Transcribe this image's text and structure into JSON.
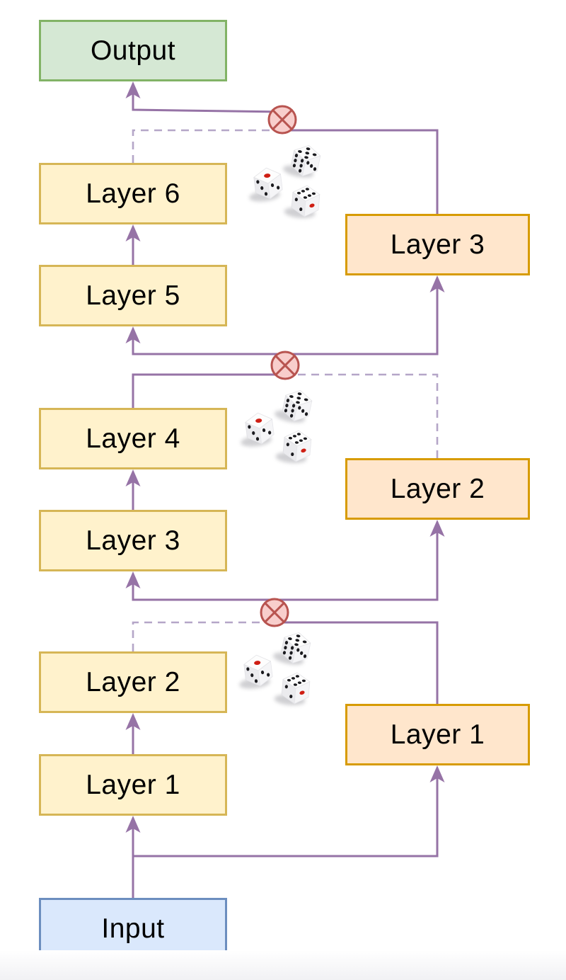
{
  "nodes": {
    "output": "Output",
    "input": "Input",
    "main_path": [
      "Layer 1",
      "Layer 2",
      "Layer 3",
      "Layer 4",
      "Layer 5",
      "Layer 6"
    ],
    "skip_path": [
      "Layer 1",
      "Layer 2",
      "Layer 3"
    ]
  },
  "icons": {
    "gate": "multiply-gate (circled times)",
    "dice": "three-dice-random-drop"
  },
  "colors": {
    "main_layer_fill": "#fff2cc",
    "main_layer_border": "#d6b656",
    "skip_layer_fill": "#ffe6cc",
    "skip_layer_border": "#d79b00",
    "output_fill": "#d5e8d4",
    "output_border": "#82b366",
    "input_fill": "#dae8fc",
    "input_border": "#6c8ebf",
    "arrow": "#9673a6",
    "dropped_edge": "#b5a6c8",
    "gate_fill": "#f8cecc",
    "gate_border": "#b85450",
    "die_red_pip": "#cf1f14"
  }
}
